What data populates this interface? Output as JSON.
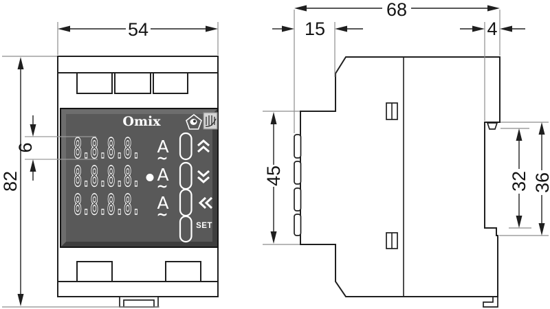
{
  "drawing": {
    "brand": "Omix",
    "dim_labels": {
      "front_width": "54",
      "front_height": "82",
      "digit_height": "6",
      "total_depth": "68",
      "front_depth": "15",
      "rail_lip": "4",
      "body_height": "45",
      "rail_inner": "32",
      "rail_outer": "36"
    },
    "display": {
      "rows": [
        {
          "digits": "8.8.8.8.",
          "unit": "A",
          "ac": "~"
        },
        {
          "digits": "8.8.8.8.",
          "unit": "A",
          "ac": "~",
          "indicator": "on"
        },
        {
          "digits": "8.8.8.8.",
          "unit": "A",
          "ac": "~"
        }
      ],
      "buttons": [
        {
          "name": "up"
        },
        {
          "name": "down"
        },
        {
          "name": "back"
        },
        {
          "name": "set",
          "label": "SET"
        }
      ]
    }
  }
}
